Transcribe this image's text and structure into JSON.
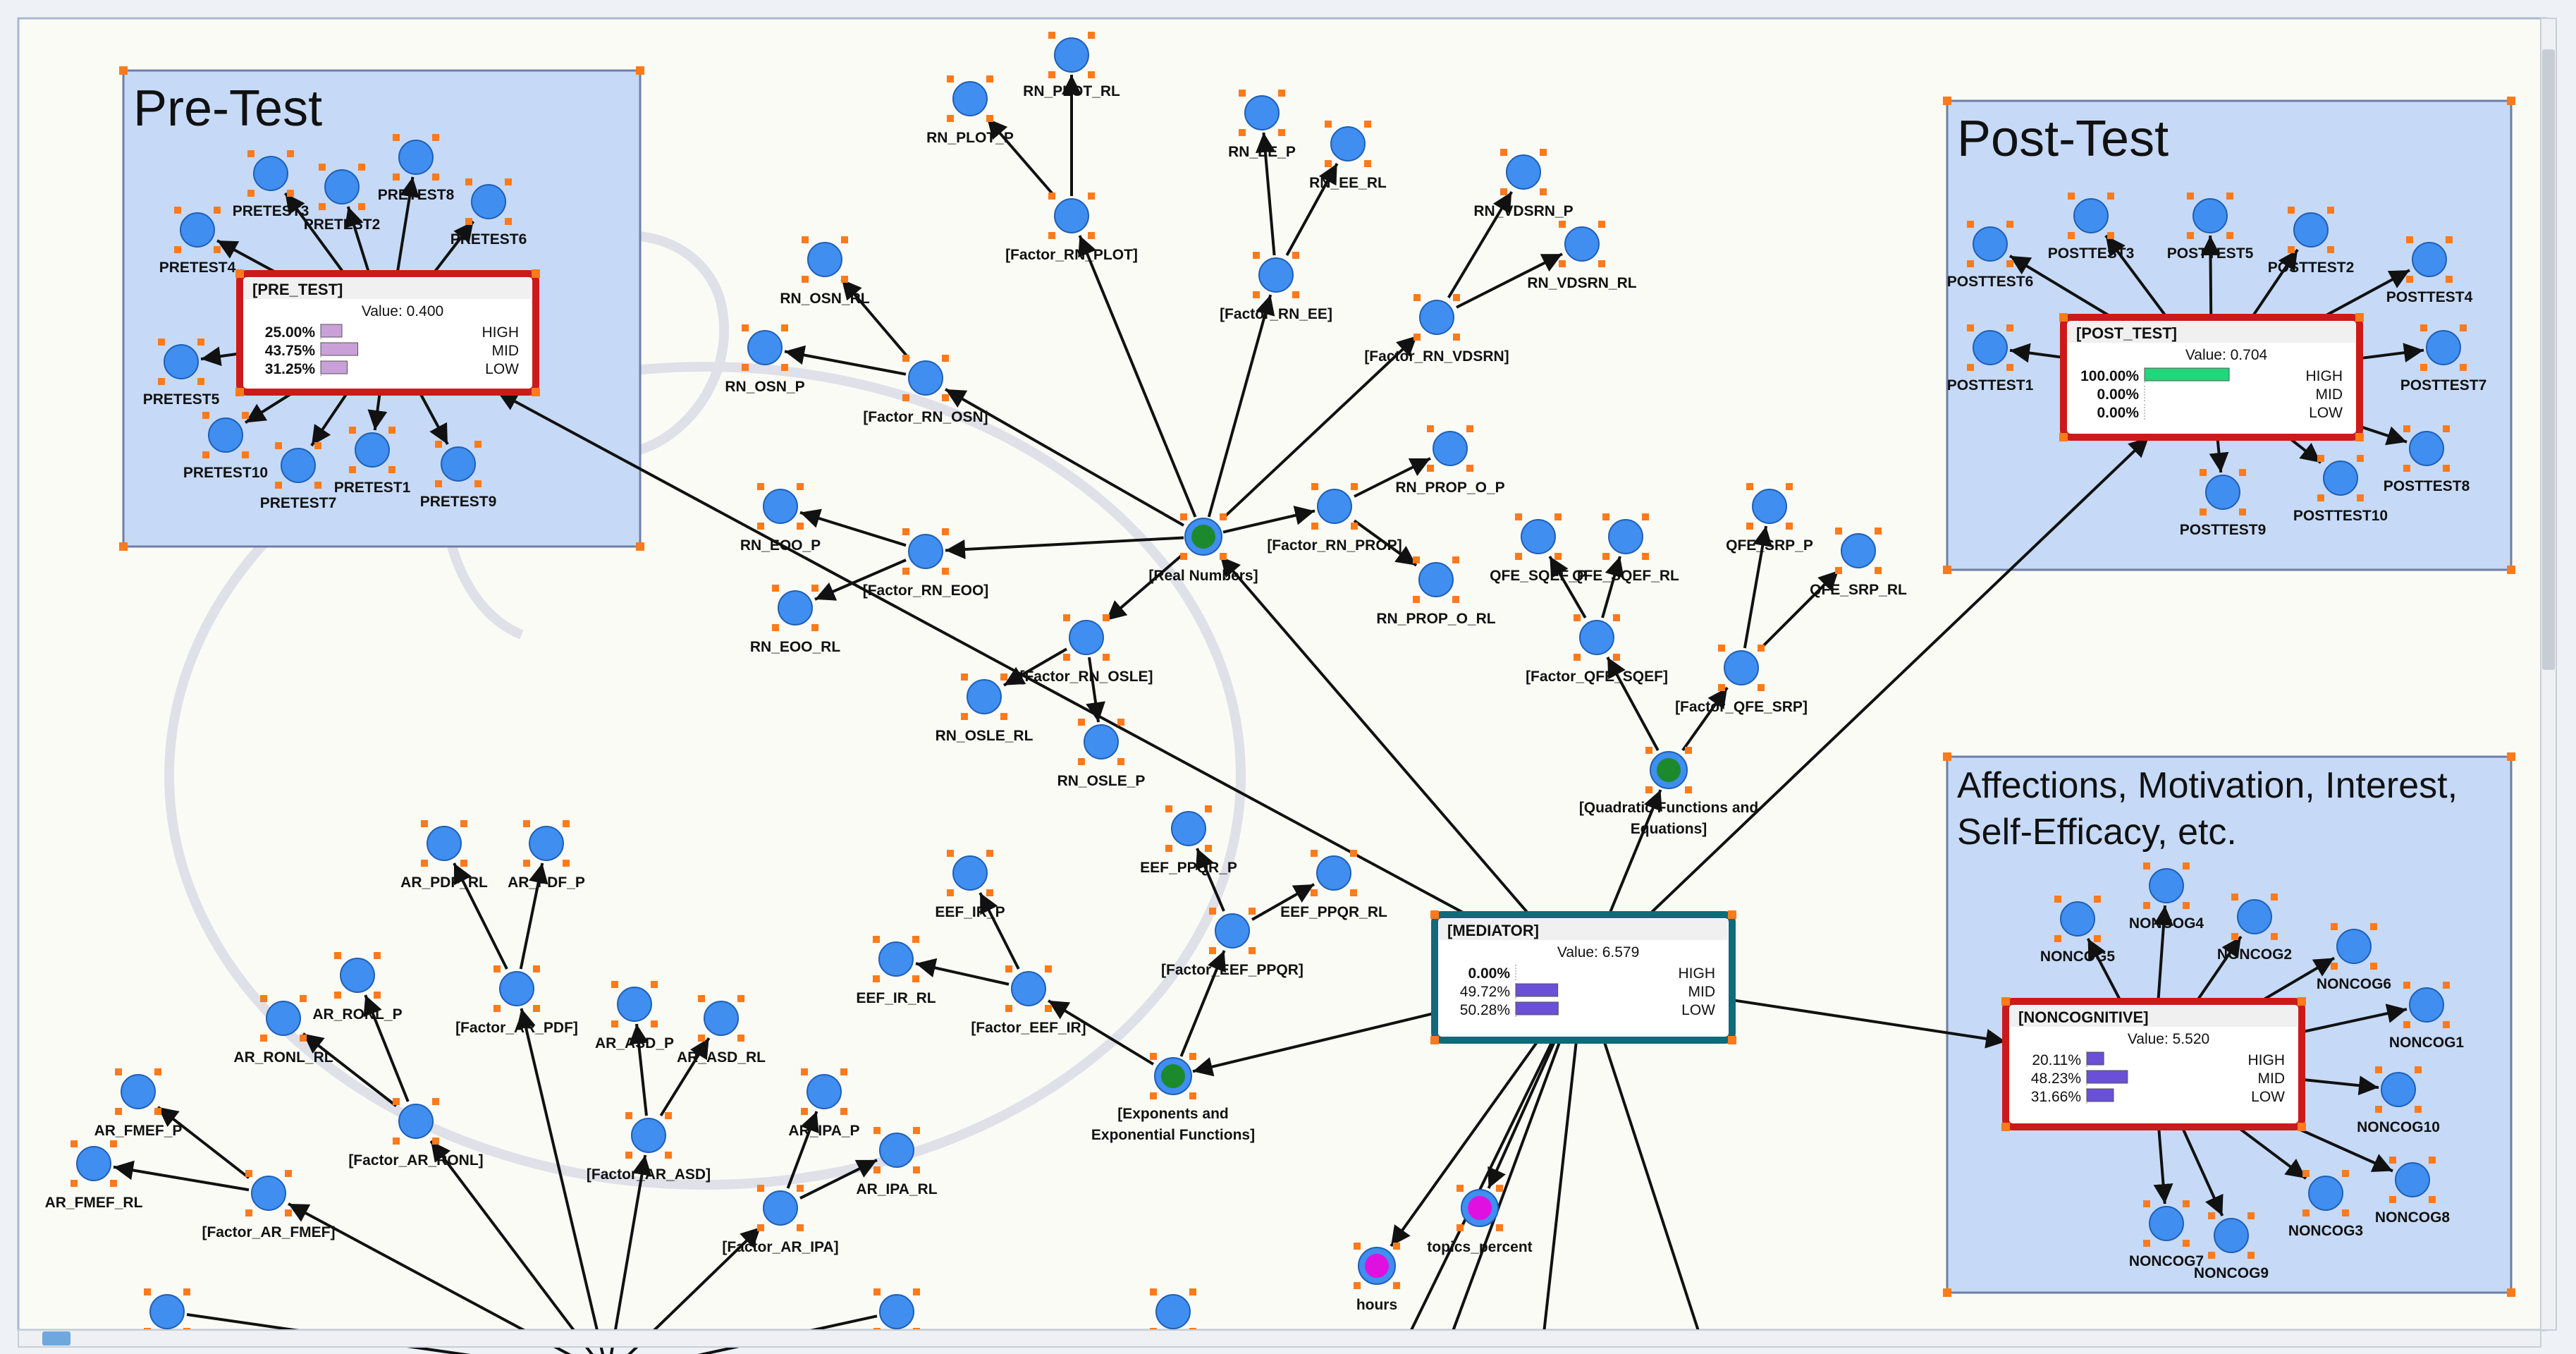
{
  "groups": [
    {
      "id": "pretest-group",
      "title_lines": [
        "Pre-Test"
      ]
    },
    {
      "id": "posttest-group",
      "title_lines": [
        "Post-Test"
      ]
    },
    {
      "id": "noncog-group",
      "title_lines": [
        "Affections, Motivation, Interest,",
        "Self-Efficacy, etc."
      ]
    }
  ],
  "boxes": [
    {
      "id": "pre_test",
      "title": "[PRE_TEST]",
      "value_text": "Value: 0.400",
      "rows": [
        {
          "pct": "25.00%",
          "state": "HIGH",
          "frac": 0.25
        },
        {
          "pct": "43.75%",
          "state": "MID",
          "frac": 0.4375
        },
        {
          "pct": "31.25%",
          "state": "LOW",
          "frac": 0.3125
        }
      ],
      "bar_color": "#c9a0d8",
      "border": "#cc1a1a"
    },
    {
      "id": "post_test",
      "title": "[POST_TEST]",
      "value_text": "Value: 0.704",
      "rows": [
        {
          "pct": "100.00%",
          "state": "HIGH",
          "frac": 1.0
        },
        {
          "pct": "0.00%",
          "state": "MID",
          "frac": 0
        },
        {
          "pct": "0.00%",
          "state": "LOW",
          "frac": 0
        }
      ],
      "bar_color": "#22d67a",
      "border": "#cc1a1a"
    },
    {
      "id": "mediator",
      "title": "[MEDIATOR]",
      "value_text": "Value: 6.579",
      "rows": [
        {
          "pct": "0.00%",
          "state": "HIGH",
          "frac": 0
        },
        {
          "pct": "49.72%",
          "state": "MID",
          "frac": 0.4972
        },
        {
          "pct": "50.28%",
          "state": "LOW",
          "frac": 0.5028
        }
      ],
      "bar_color": "#6a4fd8",
      "border": "#0f6a7a"
    },
    {
      "id": "noncognitive",
      "title": "[NONCOGNITIVE]",
      "value_text": "Value: 5.520",
      "rows": [
        {
          "pct": "20.11%",
          "state": "HIGH",
          "frac": 0.2011
        },
        {
          "pct": "48.23%",
          "state": "MID",
          "frac": 0.4823
        },
        {
          "pct": "31.66%",
          "state": "LOW",
          "frac": 0.3166
        }
      ],
      "bar_color": "#6a4fd8",
      "border": "#cc1a1a"
    }
  ],
  "nodes": [
    {
      "id": "PRETEST3",
      "label": "PRETEST3",
      "kind": "blue"
    },
    {
      "id": "PRETEST2",
      "label": "PRETEST2",
      "kind": "blue"
    },
    {
      "id": "PRETEST8",
      "label": "PRETEST8",
      "kind": "blue"
    },
    {
      "id": "PRETEST6",
      "label": "PRETEST6",
      "kind": "blue"
    },
    {
      "id": "PRETEST4",
      "label": "PRETEST4",
      "kind": "blue"
    },
    {
      "id": "PRETEST5",
      "label": "PRETEST5",
      "kind": "blue"
    },
    {
      "id": "PRETEST10",
      "label": "PRETEST10",
      "kind": "blue"
    },
    {
      "id": "PRETEST7",
      "label": "PRETEST7",
      "kind": "blue"
    },
    {
      "id": "PRETEST1",
      "label": "PRETEST1",
      "kind": "blue"
    },
    {
      "id": "PRETEST9",
      "label": "PRETEST9",
      "kind": "blue"
    },
    {
      "id": "POSTTEST3",
      "label": "POSTTEST3",
      "kind": "blue"
    },
    {
      "id": "POSTTEST5",
      "label": "POSTTEST5",
      "kind": "blue"
    },
    {
      "id": "POSTTEST2",
      "label": "POSTTEST2",
      "kind": "blue"
    },
    {
      "id": "POSTTEST6",
      "label": "POSTTEST6",
      "kind": "blue"
    },
    {
      "id": "POSTTEST4",
      "label": "POSTTEST4",
      "kind": "blue"
    },
    {
      "id": "POSTTEST1",
      "label": "POSTTEST1",
      "kind": "blue"
    },
    {
      "id": "POSTTEST7",
      "label": "POSTTEST7",
      "kind": "blue"
    },
    {
      "id": "POSTTEST8",
      "label": "POSTTEST8",
      "kind": "blue"
    },
    {
      "id": "POSTTEST9",
      "label": "POSTTEST9",
      "kind": "blue"
    },
    {
      "id": "POSTTEST10",
      "label": "POSTTEST10",
      "kind": "blue"
    },
    {
      "id": "NONCOG5",
      "label": "NONCOG5",
      "kind": "blue"
    },
    {
      "id": "NONCOG4",
      "label": "NONCOG4",
      "kind": "blue"
    },
    {
      "id": "NONCOG2",
      "label": "NONCOG2",
      "kind": "blue"
    },
    {
      "id": "NONCOG6",
      "label": "NONCOG6",
      "kind": "blue"
    },
    {
      "id": "NONCOG1",
      "label": "NONCOG1",
      "kind": "blue"
    },
    {
      "id": "NONCOG10",
      "label": "NONCOG10",
      "kind": "blue"
    },
    {
      "id": "NONCOG8",
      "label": "NONCOG8",
      "kind": "blue"
    },
    {
      "id": "NONCOG3",
      "label": "NONCOG3",
      "kind": "blue"
    },
    {
      "id": "NONCOG9",
      "label": "NONCOG9",
      "kind": "blue"
    },
    {
      "id": "NONCOG7",
      "label": "NONCOG7",
      "kind": "blue"
    },
    {
      "id": "RN_PLOT_RL",
      "label": "RN_PLOT_RL",
      "kind": "blue"
    },
    {
      "id": "RN_PLOT_P",
      "label": "RN_PLOT_P",
      "kind": "blue"
    },
    {
      "id": "Factor_RN_PLOT",
      "label": "[Factor_RN_PLOT]",
      "kind": "blue"
    },
    {
      "id": "RN_EE_P",
      "label": "RN_EE_P",
      "kind": "blue"
    },
    {
      "id": "RN_EE_RL",
      "label": "RN_EE_RL",
      "kind": "blue"
    },
    {
      "id": "Factor_RN_EE",
      "label": "[Factor_RN_EE]",
      "kind": "blue"
    },
    {
      "id": "RN_VDSRN_P",
      "label": "RN_VDSRN_P",
      "kind": "blue"
    },
    {
      "id": "RN_VDSRN_RL",
      "label": "RN_VDSRN_RL",
      "kind": "blue"
    },
    {
      "id": "Factor_RN_VDSRN",
      "label": "[Factor_RN_VDSRN]",
      "kind": "blue"
    },
    {
      "id": "RN_OSN_RL",
      "label": "RN_OSN_RL",
      "kind": "blue"
    },
    {
      "id": "RN_OSN_P",
      "label": "RN_OSN_P",
      "kind": "blue"
    },
    {
      "id": "Factor_RN_OSN",
      "label": "[Factor_RN_OSN]",
      "kind": "blue"
    },
    {
      "id": "RN_PROP_O_P",
      "label": "RN_PROP_O_P",
      "kind": "blue"
    },
    {
      "id": "Factor_RN_PROP",
      "label": "[Factor_RN_PROP]",
      "kind": "blue"
    },
    {
      "id": "RN_PROP_O_RL",
      "label": "RN_PROP_O_RL",
      "kind": "blue"
    },
    {
      "id": "RN_EOO_P",
      "label": "RN_EOO_P",
      "kind": "blue"
    },
    {
      "id": "Factor_RN_EOO",
      "label": "[Factor_RN_EOO]",
      "kind": "blue"
    },
    {
      "id": "RN_EOO_RL",
      "label": "RN_EOO_RL",
      "kind": "blue"
    },
    {
      "id": "Real_Numbers",
      "label": "[Real Numbers]",
      "kind": "green"
    },
    {
      "id": "Factor_RN_OSLE",
      "label": "[Factor_RN_OSLE]",
      "kind": "blue"
    },
    {
      "id": "RN_OSLE_RL",
      "label": "RN_OSLE_RL",
      "kind": "blue"
    },
    {
      "id": "RN_OSLE_P",
      "label": "RN_OSLE_P",
      "kind": "blue"
    },
    {
      "id": "QFE_SQEF_P",
      "label": "QFE_SQEF_P",
      "kind": "blue"
    },
    {
      "id": "QFE_SQEF_RL",
      "label": "QFE_SQEF_RL",
      "kind": "blue"
    },
    {
      "id": "QFE_SRP_P",
      "label": "QFE_SRP_P",
      "kind": "blue"
    },
    {
      "id": "QFE_SRP_RL",
      "label": "QFE_SRP_RL",
      "kind": "blue"
    },
    {
      "id": "Factor_QFE_SQEF",
      "label": "[Factor_QFE_SQEF]",
      "kind": "blue"
    },
    {
      "id": "Factor_QFE_SRP",
      "label": "[Factor_QFE_SRP]",
      "kind": "blue"
    },
    {
      "id": "Quadratic",
      "label_lines": [
        "[Quadratic Functions and",
        "Equations]"
      ],
      "kind": "green"
    },
    {
      "id": "EEF_PPQR_P",
      "label": "EEF_PPQR_P",
      "kind": "blue"
    },
    {
      "id": "EEF_IR_P",
      "label": "EEF_IR_P",
      "kind": "blue"
    },
    {
      "id": "EEF_PPQR_RL",
      "label": "EEF_PPQR_RL",
      "kind": "blue"
    },
    {
      "id": "Factor_EEF_PPQR",
      "label": "[Factor_EEF_PPQR]",
      "kind": "blue"
    },
    {
      "id": "EEF_IR_RL",
      "label": "EEF_IR_RL",
      "kind": "blue"
    },
    {
      "id": "Factor_EEF_IR",
      "label": "[Factor_EEF_IR]",
      "kind": "blue"
    },
    {
      "id": "Exponents",
      "label_lines": [
        "[Exponents and",
        "Exponential Functions]"
      ],
      "kind": "green"
    },
    {
      "id": "AR_PDF_RL",
      "label": "AR_PDF_RL",
      "kind": "blue"
    },
    {
      "id": "AR_PDF_P",
      "label": "AR_PDF_P",
      "kind": "blue"
    },
    {
      "id": "Factor_AR_PDF",
      "label": "[Factor_AR_PDF]",
      "kind": "blue"
    },
    {
      "id": "AR_RONL_P",
      "label": "AR_RONL_P",
      "kind": "blue"
    },
    {
      "id": "AR_RONL_RL",
      "label": "AR_RONL_RL",
      "kind": "blue"
    },
    {
      "id": "Factor_AR_RONL",
      "label": "[Factor_AR_RONL]",
      "kind": "blue"
    },
    {
      "id": "AR_ASD_P",
      "label": "AR_ASD_P",
      "kind": "blue"
    },
    {
      "id": "AR_ASD_RL",
      "label": "AR_ASD_RL",
      "kind": "blue"
    },
    {
      "id": "Factor_AR_ASD",
      "label": "[Factor_AR_ASD]",
      "kind": "blue"
    },
    {
      "id": "AR_IPA_P",
      "label": "AR_IPA_P",
      "kind": "blue"
    },
    {
      "id": "AR_IPA_RL",
      "label": "AR_IPA_RL",
      "kind": "blue"
    },
    {
      "id": "Factor_AR_IPA",
      "label": "[Factor_AR_IPA]",
      "kind": "blue"
    },
    {
      "id": "AR_FMEF_P",
      "label": "AR_FMEF_P",
      "kind": "blue"
    },
    {
      "id": "AR_FMEF_RL",
      "label": "AR_FMEF_RL",
      "kind": "blue"
    },
    {
      "id": "Factor_AR_FMEF",
      "label": "[Factor_AR_FMEF]",
      "kind": "blue"
    },
    {
      "id": "topics_percent",
      "label": "topics_percent",
      "kind": "magenta"
    },
    {
      "id": "hours",
      "label": "hours",
      "kind": "magenta"
    },
    {
      "id": "bottom_a",
      "label": "",
      "kind": "blue"
    },
    {
      "id": "bottom_b",
      "label": "",
      "kind": "blue"
    },
    {
      "id": "bottom_c",
      "label": "",
      "kind": "blue"
    }
  ],
  "edges": [
    [
      "pre_test",
      "PRETEST3"
    ],
    [
      "pre_test",
      "PRETEST2"
    ],
    [
      "pre_test",
      "PRETEST8"
    ],
    [
      "pre_test",
      "PRETEST6"
    ],
    [
      "pre_test",
      "PRETEST4"
    ],
    [
      "pre_test",
      "PRETEST5"
    ],
    [
      "pre_test",
      "PRETEST10"
    ],
    [
      "pre_test",
      "PRETEST7"
    ],
    [
      "pre_test",
      "PRETEST1"
    ],
    [
      "pre_test",
      "PRETEST9"
    ],
    [
      "post_test",
      "POSTTEST3"
    ],
    [
      "post_test",
      "POSTTEST5"
    ],
    [
      "post_test",
      "POSTTEST2"
    ],
    [
      "post_test",
      "POSTTEST6"
    ],
    [
      "post_test",
      "POSTTEST4"
    ],
    [
      "post_test",
      "POSTTEST1"
    ],
    [
      "post_test",
      "POSTTEST7"
    ],
    [
      "post_test",
      "POSTTEST8"
    ],
    [
      "post_test",
      "POSTTEST9"
    ],
    [
      "post_test",
      "POSTTEST10"
    ],
    [
      "noncognitive",
      "NONCOG5"
    ],
    [
      "noncognitive",
      "NONCOG4"
    ],
    [
      "noncognitive",
      "NONCOG2"
    ],
    [
      "noncognitive",
      "NONCOG6"
    ],
    [
      "noncognitive",
      "NONCOG1"
    ],
    [
      "noncognitive",
      "NONCOG10"
    ],
    [
      "noncognitive",
      "NONCOG8"
    ],
    [
      "noncognitive",
      "NONCOG3"
    ],
    [
      "noncognitive",
      "NONCOG9"
    ],
    [
      "noncognitive",
      "NONCOG7"
    ],
    [
      "Factor_RN_PLOT",
      "RN_PLOT_RL"
    ],
    [
      "Factor_RN_PLOT",
      "RN_PLOT_P"
    ],
    [
      "Factor_RN_EE",
      "RN_EE_P"
    ],
    [
      "Factor_RN_EE",
      "RN_EE_RL"
    ],
    [
      "Factor_RN_VDSRN",
      "RN_VDSRN_P"
    ],
    [
      "Factor_RN_VDSRN",
      "RN_VDSRN_RL"
    ],
    [
      "Factor_RN_OSN",
      "RN_OSN_RL"
    ],
    [
      "Factor_RN_OSN",
      "RN_OSN_P"
    ],
    [
      "Factor_RN_PROP",
      "RN_PROP_O_P"
    ],
    [
      "Factor_RN_PROP",
      "RN_PROP_O_RL"
    ],
    [
      "Factor_RN_EOO",
      "RN_EOO_P"
    ],
    [
      "Factor_RN_EOO",
      "RN_EOO_RL"
    ],
    [
      "Factor_RN_OSLE",
      "RN_OSLE_RL"
    ],
    [
      "Factor_RN_OSLE",
      "RN_OSLE_P"
    ],
    [
      "Real_Numbers",
      "Factor_RN_PLOT"
    ],
    [
      "Real_Numbers",
      "Factor_RN_EE"
    ],
    [
      "Real_Numbers",
      "Factor_RN_VDSRN"
    ],
    [
      "Real_Numbers",
      "Factor_RN_OSN"
    ],
    [
      "Real_Numbers",
      "Factor_RN_PROP"
    ],
    [
      "Real_Numbers",
      "Factor_RN_EOO"
    ],
    [
      "Real_Numbers",
      "Factor_RN_OSLE"
    ],
    [
      "Factor_QFE_SQEF",
      "QFE_SQEF_P"
    ],
    [
      "Factor_QFE_SQEF",
      "QFE_SQEF_RL"
    ],
    [
      "Factor_QFE_SRP",
      "QFE_SRP_P"
    ],
    [
      "Factor_QFE_SRP",
      "QFE_SRP_RL"
    ],
    [
      "Quadratic",
      "Factor_QFE_SQEF"
    ],
    [
      "Quadratic",
      "Factor_QFE_SRP"
    ],
    [
      "Factor_EEF_PPQR",
      "EEF_PPQR_P"
    ],
    [
      "Factor_EEF_PPQR",
      "EEF_PPQR_RL"
    ],
    [
      "Factor_EEF_IR",
      "EEF_IR_P"
    ],
    [
      "Factor_EEF_IR",
      "EEF_IR_RL"
    ],
    [
      "Exponents",
      "Factor_EEF_PPQR"
    ],
    [
      "Exponents",
      "Factor_EEF_IR"
    ],
    [
      "Factor_AR_PDF",
      "AR_PDF_RL"
    ],
    [
      "Factor_AR_PDF",
      "AR_PDF_P"
    ],
    [
      "Factor_AR_RONL",
      "AR_RONL_P"
    ],
    [
      "Factor_AR_RONL",
      "AR_RONL_RL"
    ],
    [
      "Factor_AR_ASD",
      "AR_ASD_P"
    ],
    [
      "Factor_AR_ASD",
      "AR_ASD_RL"
    ],
    [
      "Factor_AR_IPA",
      "AR_IPA_P"
    ],
    [
      "Factor_AR_IPA",
      "AR_IPA_RL"
    ],
    [
      "Factor_AR_FMEF",
      "AR_FMEF_P"
    ],
    [
      "Factor_AR_FMEF",
      "AR_FMEF_RL"
    ],
    [
      "mediator",
      "Real_Numbers"
    ],
    [
      "mediator",
      "Quadratic"
    ],
    [
      "mediator",
      "Exponents"
    ],
    [
      "mediator",
      "pre_test"
    ],
    [
      "mediator",
      "post_test"
    ],
    [
      "mediator",
      "noncognitive"
    ],
    [
      "mediator",
      "topics_percent"
    ],
    [
      "mediator",
      "hours"
    ],
    [
      "algebra_root",
      "Factor_AR_PDF"
    ],
    [
      "algebra_root",
      "Factor_AR_RONL"
    ],
    [
      "algebra_root",
      "Factor_AR_ASD"
    ],
    [
      "algebra_root",
      "Factor_AR_IPA"
    ],
    [
      "algebra_root",
      "Factor_AR_FMEF"
    ],
    [
      "algebra_root",
      "bottom_a"
    ],
    [
      "algebra_root",
      "bottom_b"
    ]
  ],
  "colors": {
    "background": "#fbfbf6",
    "group_fill": "#c6daf7",
    "group_stroke": "#6e7fa6",
    "node_blue": "#3f8ef0",
    "node_green": "#1c8a2c",
    "node_magenta": "#e010e0",
    "corner_orange": "#ff7a1a",
    "edge": "#111111"
  }
}
